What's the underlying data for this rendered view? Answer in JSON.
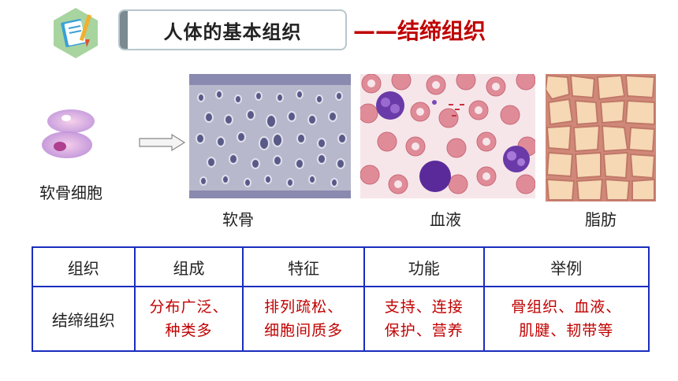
{
  "header": {
    "title": "人体的基本组织",
    "subtitle": "——结缔组织"
  },
  "figure": {
    "cell_label": "软骨细胞",
    "photos": [
      {
        "label": "软骨"
      },
      {
        "label": "血液"
      },
      {
        "label": "脂肪"
      }
    ]
  },
  "table": {
    "headers": [
      "组织",
      "组成",
      "特征",
      "功能",
      "举例"
    ],
    "row": {
      "name": "结缔组织",
      "composition": [
        "分布广泛、",
        "种类多"
      ],
      "feature": [
        "排列疏松、",
        "细胞间质多"
      ],
      "function": [
        "支持、连接",
        "保护、营养"
      ],
      "examples": [
        "骨组织、血液、",
        "肌腱、韧带等"
      ]
    }
  },
  "colors": {
    "accent_red": "#c00000",
    "table_border": "#1a2dbd"
  }
}
